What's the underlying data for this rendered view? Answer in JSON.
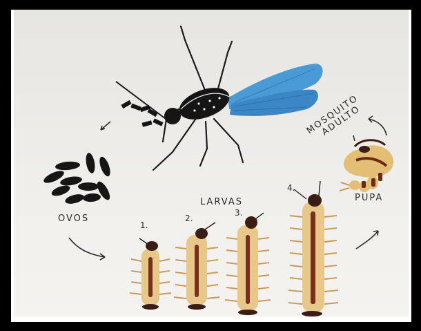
{
  "labels": {
    "eggs": "OVOS",
    "larvae": "LARVAS",
    "pupa": "PUPA",
    "adult_line1": "MOSQUITO",
    "adult_line2": "ADULTO"
  },
  "larva_stages": [
    "1.",
    "2.",
    "3.",
    "4."
  ],
  "colors": {
    "wing_blue": "#4a9ad6",
    "body_black": "#151515",
    "larva_cream": "#e7c88a",
    "larva_brown": "#7a2e1c",
    "ink": "#2a2a2a"
  },
  "icons": [
    "mosquito",
    "eggs",
    "larva",
    "pupa",
    "arrow"
  ]
}
